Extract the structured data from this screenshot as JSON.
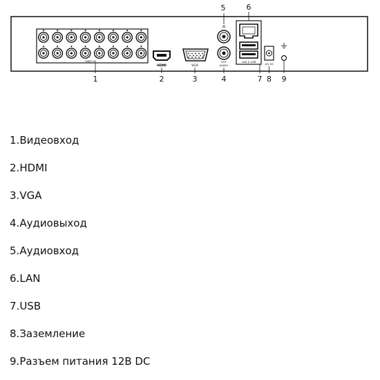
{
  "diagram": {
    "callouts": [
      "1",
      "2",
      "3",
      "4",
      "5",
      "6",
      "7",
      "8",
      "9"
    ],
    "labels": {
      "video_in": "VIDEO IN",
      "hdmi": "HDMI",
      "vga": "VGA",
      "audio_in": "IN",
      "audio_out_1": "OUT",
      "audio_out_2": "AUDIO",
      "lan_usb": "LAN & USB",
      "power": "12V  DC"
    }
  },
  "legend": [
    {
      "num": "1.",
      "text": "Видеовход"
    },
    {
      "num": "2.",
      "text": "HDMI"
    },
    {
      "num": "3.",
      "text": "VGA"
    },
    {
      "num": "4.",
      "text": "Аудиовыход"
    },
    {
      "num": "5.",
      "text": "Аудиовход"
    },
    {
      "num": "6.",
      "text": "LAN"
    },
    {
      "num": "7.",
      "text": "USB"
    },
    {
      "num": "8.",
      "text": "Заземление"
    },
    {
      "num": "9.",
      "text": "Разъем питания 12В DC"
    }
  ]
}
